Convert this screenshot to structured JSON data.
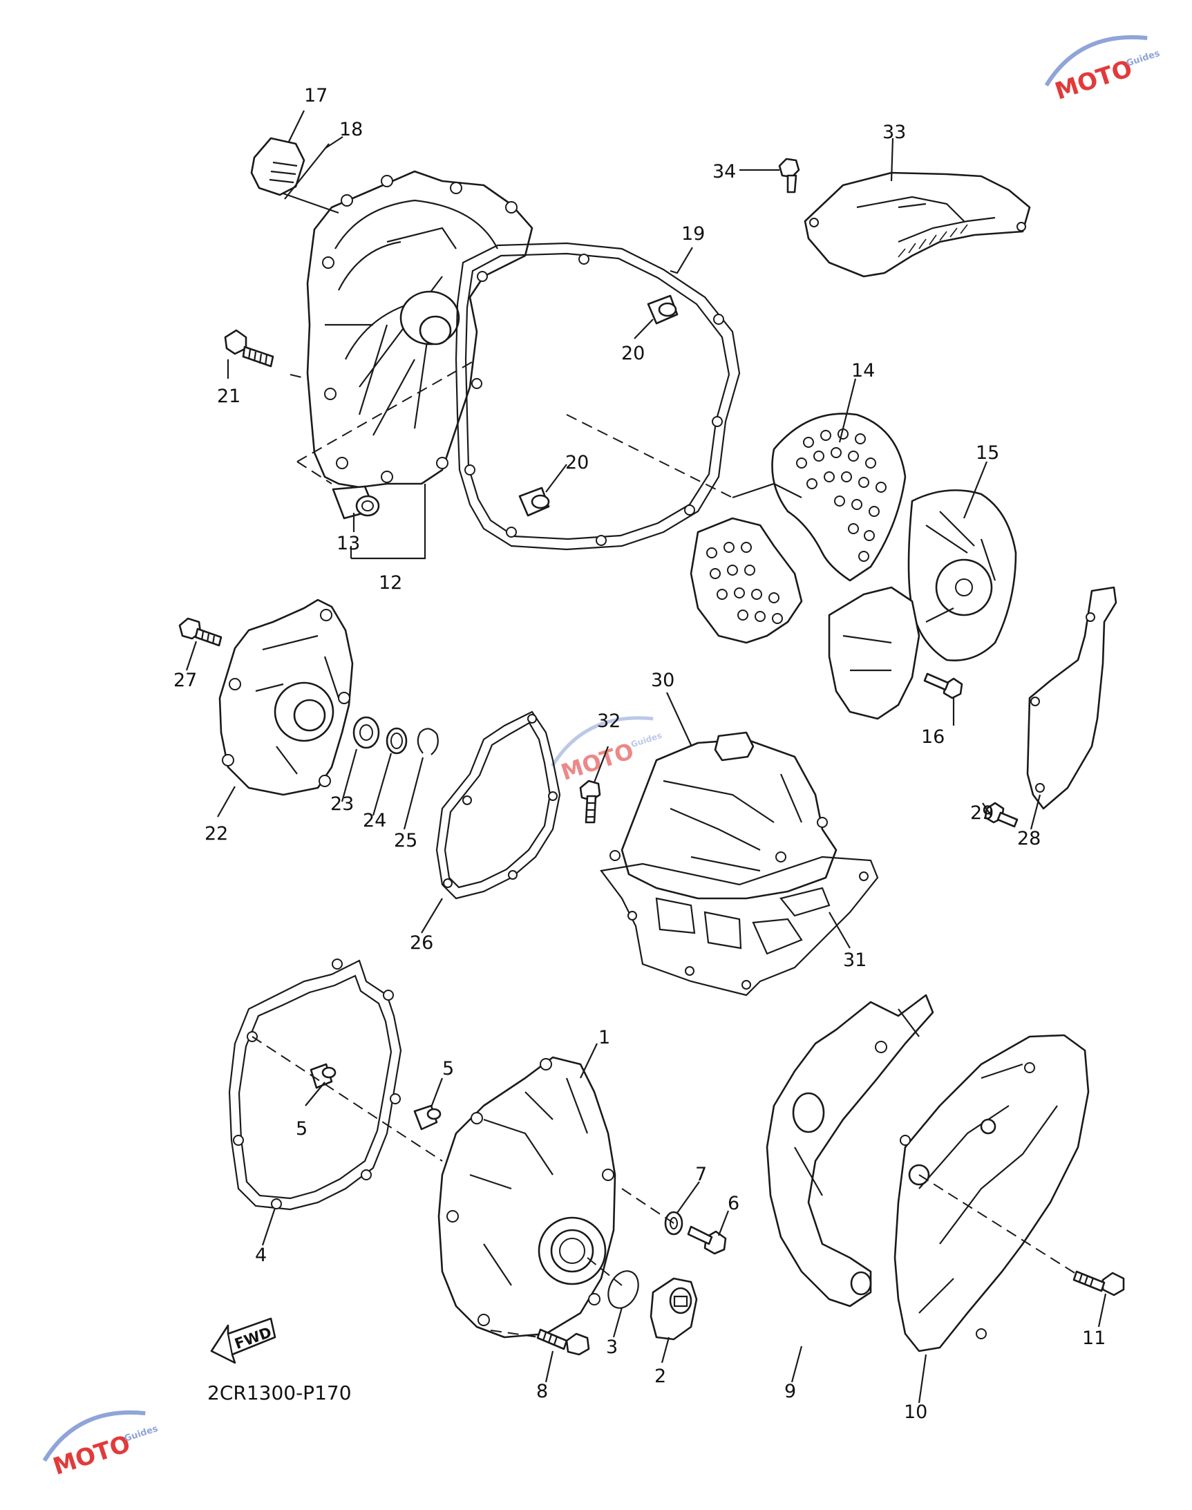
{
  "diagram": {
    "plate_code": "2CR1300-P170",
    "fwd_label": "FWD",
    "watermark": {
      "text": "MOTO",
      "sub": "Guides",
      "accent_color": "#e23a3a",
      "arc_color": "#8fa4d8"
    },
    "callouts": {
      "c1": "1",
      "c2": "2",
      "c3": "3",
      "c4": "4",
      "c5a": "5",
      "c5b": "5",
      "c6": "6",
      "c7": "7",
      "c8": "8",
      "c9": "9",
      "c10": "10",
      "c11": "11",
      "c12": "12",
      "c13": "13",
      "c14": "14",
      "c15": "15",
      "c16": "16",
      "c17": "17",
      "c18": "18",
      "c19": "19",
      "c20a": "20",
      "c20b": "20",
      "c21": "21",
      "c22": "22",
      "c23": "23",
      "c24": "24",
      "c25": "25",
      "c26": "26",
      "c27": "27",
      "c28": "28",
      "c29": "29",
      "c30": "30",
      "c31": "31",
      "c32": "32",
      "c33": "33",
      "c34": "34"
    }
  }
}
